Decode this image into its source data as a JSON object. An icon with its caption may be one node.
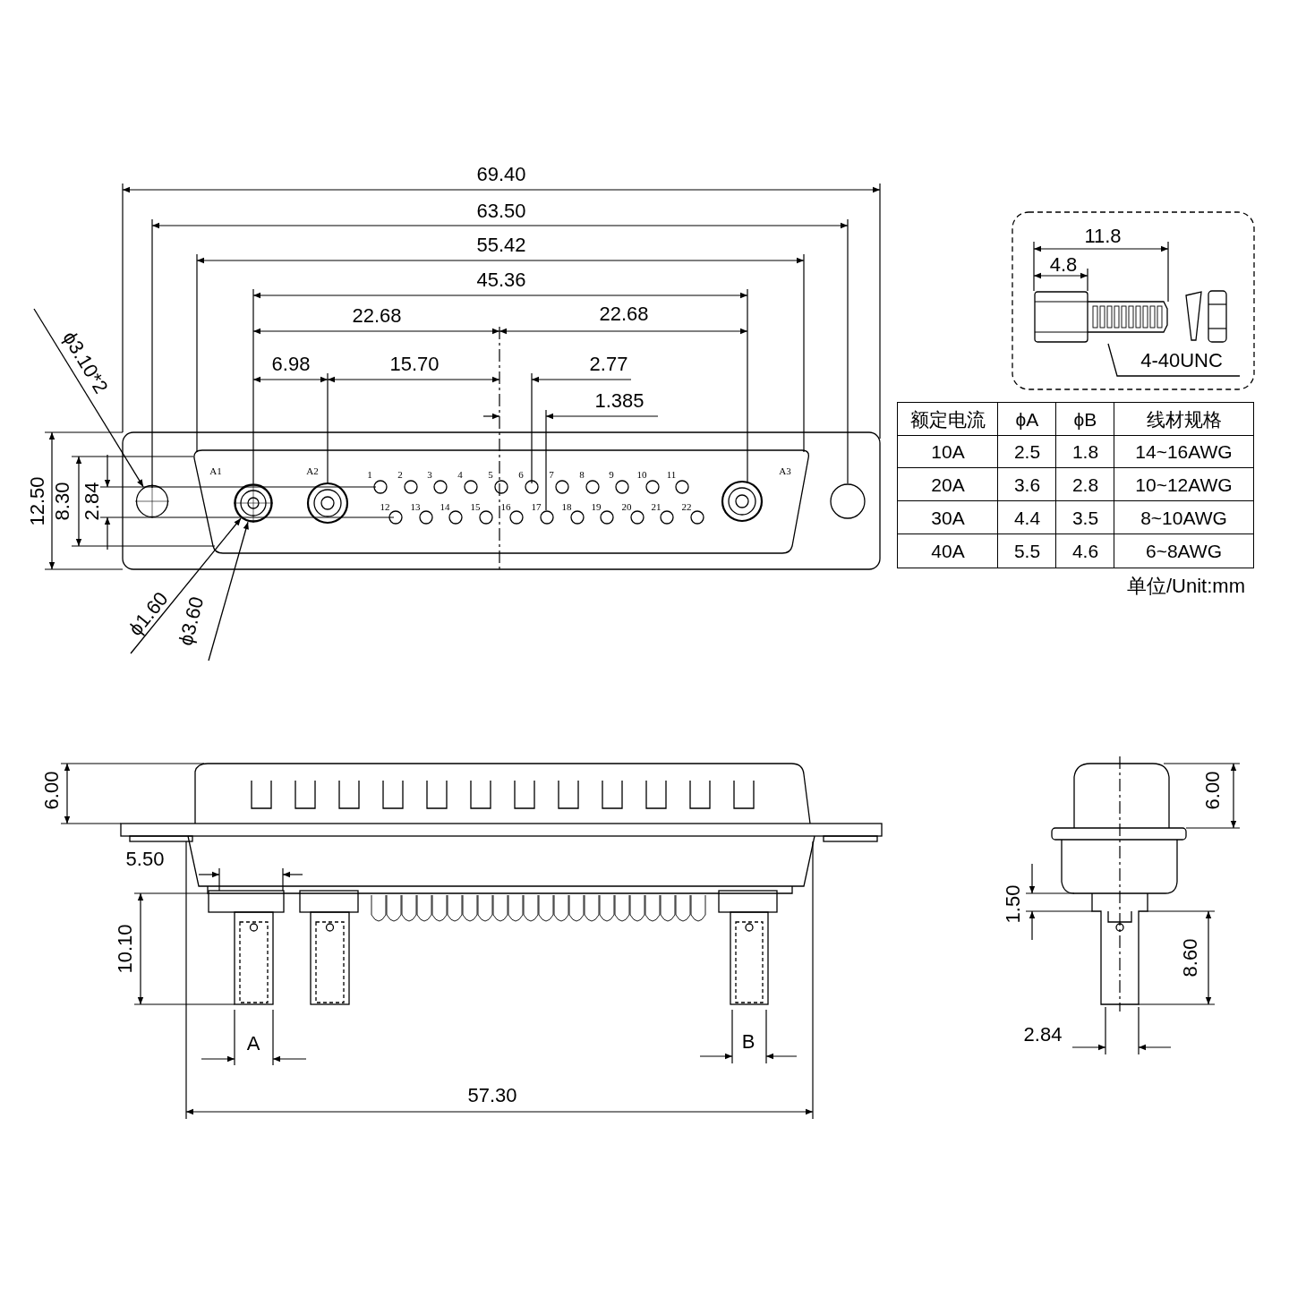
{
  "diagram": {
    "nodes": [
      {
        "text": [
          "ϕ3.10*2"
        ]
      },
      {
        "text": [],
        "shape": "circle"
      },
      {
        "text": [
          "ϕ1.60"
        ]
      },
      {
        "text": [
          "ϕ3.60"
        ]
      },
      {
        "text": [],
        "shape": "circle"
      },
      {
        "text": [
          "4-40UNC"
        ]
      },
      {
        "text": [],
        "shape": "picture"
      }
    ],
    "edges": [
      {
        "from": 0,
        "to": 1,
        "arrow": "to"
      },
      {
        "from": 2,
        "to": 4,
        "arrow": "to"
      },
      {
        "from": 3,
        "to": 4,
        "arrow": "to"
      },
      {
        "from": 5,
        "to": 6,
        "arrow": "none"
      }
    ],
    "labels": [
      "69.40",
      "63.50",
      "55.42",
      "45.36",
      "22.68",
      "22.68",
      "6.98",
      "15.70",
      "2.77",
      "1.385",
      "12.50",
      "8.30",
      "2.84",
      "A1",
      "A2",
      "1",
      "2",
      "3",
      "4",
      "5",
      "6",
      "7",
      "8",
      "9",
      "10",
      "11",
      "A3",
      "12",
      "13",
      "14",
      "15",
      "16",
      "17",
      "18",
      "19",
      "20",
      "21",
      "22",
      "11.8",
      "4.8",
      "额定电流",
      "ϕA",
      "ϕB",
      "线材规格",
      "10A",
      "2.5",
      "1.8",
      "14~16AWG",
      "20A",
      "3.6",
      "2.8",
      "10~12AWG",
      "30A",
      "4.4",
      "3.5",
      "8~10AWG",
      "40A",
      "5.5",
      "4.6",
      "6~8AWG",
      "单位/Unit:mm",
      "6.00",
      "5.50",
      "10.10",
      "A",
      "B",
      "57.30",
      "6.00",
      "1.50",
      "8.60",
      "2.84"
    ]
  }
}
